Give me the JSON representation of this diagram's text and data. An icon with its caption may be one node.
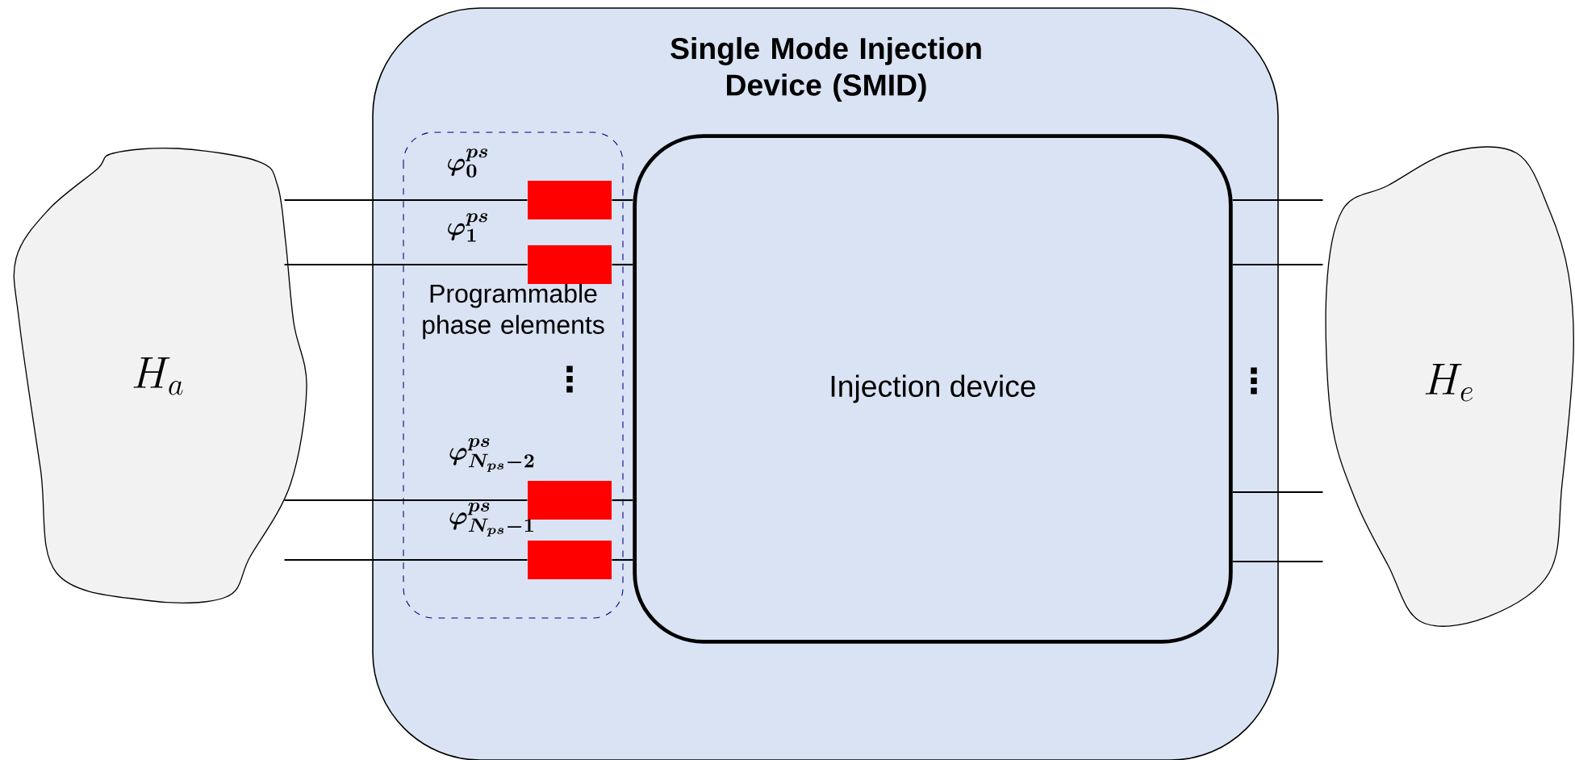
{
  "diagram": {
    "nodes": [
      {
        "text": [
          "Single Mode Injection Device (SMID)"
        ]
      },
      {
        "text": [
          "Programmable phase elements"
        ],
        "in": 0
      },
      {
        "text": [],
        "shape": "box",
        "in": 1,
        "beside": [
          "\\varphi_{0}^{ps}"
        ]
      },
      {
        "text": [],
        "shape": "box",
        "in": 1,
        "beside": [
          "\\varphi_{1}^{ps}"
        ]
      },
      {
        "text": [],
        "shape": "box",
        "in": 1,
        "beside": [
          "\\varphi_{N_{ps}-2}^{ps}"
        ]
      },
      {
        "text": [],
        "shape": "box",
        "in": 1,
        "beside": [
          "\\varphi_{N_{ps}-1}^{ps}"
        ]
      },
      {
        "text": [
          "Injection device"
        ],
        "in": 0
      },
      {
        "text": [
          "H_{a}"
        ]
      },
      {
        "text": [
          "H_{e}"
        ]
      }
    ],
    "edges": [
      {
        "from": 7,
        "to": 2,
        "arrow": "none"
      },
      {
        "from": 7,
        "to": 3,
        "arrow": "none"
      },
      {
        "from": 7,
        "to": 4,
        "arrow": "none"
      },
      {
        "from": 7,
        "to": 5,
        "arrow": "none"
      },
      {
        "from": 2,
        "to": 6,
        "arrow": "none"
      },
      {
        "from": 3,
        "to": 6,
        "arrow": "none"
      },
      {
        "from": 4,
        "to": 6,
        "arrow": "none"
      },
      {
        "from": 5,
        "to": 6,
        "arrow": "none"
      },
      {
        "from": 6,
        "to": 8,
        "arrow": "none"
      },
      {
        "from": 6,
        "to": 8,
        "arrow": "none"
      },
      {
        "from": 6,
        "to": 8,
        "arrow": "none"
      },
      {
        "from": 6,
        "to": 8,
        "arrow": "none"
      }
    ],
    "labels": [
      "⋮",
      "⋮"
    ]
  }
}
